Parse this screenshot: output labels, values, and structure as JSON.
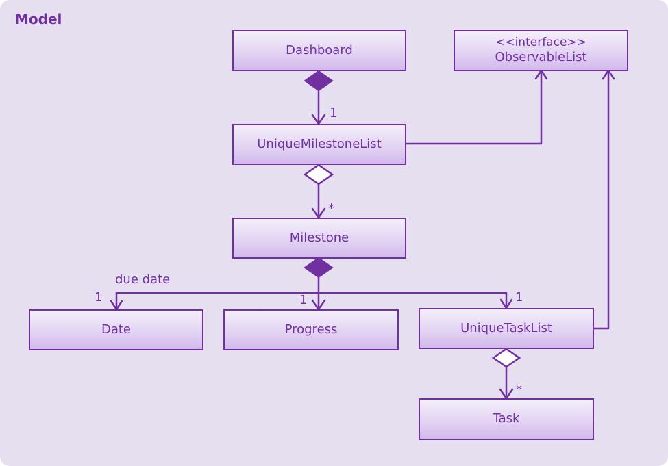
{
  "package": {
    "title": "Model"
  },
  "classes": {
    "dashboard": {
      "name": "Dashboard"
    },
    "observable_list": {
      "stereotype": "<<interface>>",
      "name": "ObservableList"
    },
    "unique_milestone_list": {
      "name": "UniqueMilestoneList"
    },
    "milestone": {
      "name": "Milestone"
    },
    "date": {
      "name": "Date"
    },
    "progress": {
      "name": "Progress"
    },
    "unique_task_list": {
      "name": "UniqueTaskList"
    },
    "task": {
      "name": "Task"
    }
  },
  "associations": {
    "dashboard_milestonelist": {
      "type": "composition",
      "multiplicity": "1"
    },
    "milestonelist_milestone": {
      "type": "aggregation",
      "multiplicity": "*"
    },
    "milestone_date": {
      "type": "composition",
      "role": "due date",
      "multiplicity": "1"
    },
    "milestone_progress": {
      "type": "composition",
      "multiplicity": "1"
    },
    "milestone_tasklist": {
      "type": "composition",
      "multiplicity": "1"
    },
    "tasklist_task": {
      "type": "aggregation",
      "multiplicity": "*"
    },
    "milestonelist_observable": {
      "type": "realization"
    },
    "tasklist_observable": {
      "type": "realization"
    }
  },
  "colors": {
    "accent": "#7030a0",
    "background": "#e6dff0"
  }
}
